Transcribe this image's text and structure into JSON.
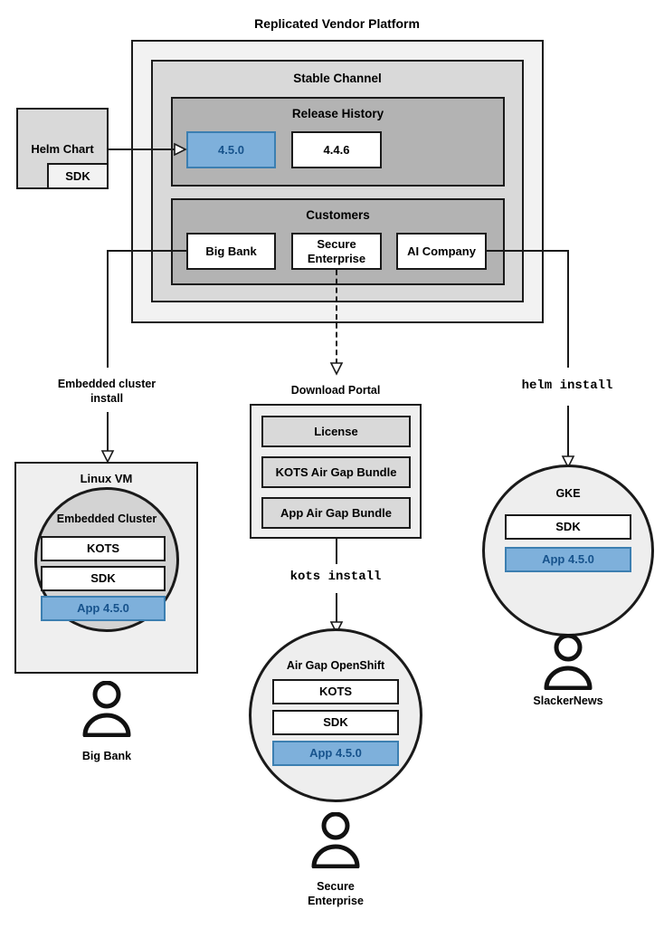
{
  "diagram": {
    "title": "Replicated Vendor Platform",
    "platform": {
      "stable_channel": {
        "title": "Stable Channel",
        "release_history": {
          "title": "Release History",
          "releases": [
            {
              "version": "4.5.0",
              "state": "current",
              "color": "#7eb0db"
            },
            {
              "version": "4.4.6",
              "state": "previous",
              "color": "#ffffff"
            }
          ]
        },
        "customers": {
          "title": "Customers",
          "items": [
            {
              "name": "Big Bank"
            },
            {
              "name": "Secure\nEnterprise"
            },
            {
              "name": "AI Company"
            }
          ]
        }
      }
    },
    "source": {
      "title": "Helm Chart",
      "component": "SDK"
    },
    "flows": [
      {
        "label": "Embedded cluster\ninstall",
        "style": "plain"
      },
      {
        "label": "kots install",
        "style": "mono"
      },
      {
        "label": "helm install",
        "style": "mono"
      }
    ],
    "download_portal": {
      "title": "Download Portal",
      "artifacts": [
        {
          "name": "License"
        },
        {
          "name": "KOTS Air Gap Bundle"
        },
        {
          "name": "App Air Gap Bundle"
        }
      ]
    },
    "targets": [
      {
        "id": "linux-vm",
        "host": "Linux VM",
        "cluster": "Embedded Cluster",
        "components": [
          {
            "name": "KOTS",
            "kind": "white"
          },
          {
            "name": "SDK",
            "kind": "white"
          },
          {
            "name": "App 4.5.0",
            "kind": "blue"
          }
        ],
        "customer": "Big Bank"
      },
      {
        "id": "air-gap-openshift",
        "host": "Air Gap OpenShift",
        "components": [
          {
            "name": "KOTS",
            "kind": "white"
          },
          {
            "name": "SDK",
            "kind": "white"
          },
          {
            "name": "App 4.5.0",
            "kind": "blue"
          }
        ],
        "customer": "Secure\nEnterprise"
      },
      {
        "id": "gke",
        "host": "GKE",
        "components": [
          {
            "name": "SDK",
            "kind": "white"
          },
          {
            "name": "App 4.5.0",
            "kind": "blue"
          }
        ],
        "customer": "SlackerNews"
      }
    ],
    "colors": {
      "accent_blue": "#7eb0db",
      "accent_blue_border": "#3c7fb1",
      "accent_blue_text": "#17538c",
      "stroke": "#1a1a1a",
      "platform_bg": "#f2f2f2",
      "channel_bg": "#d9d9d9",
      "section_bg": "#b3b3b3"
    }
  }
}
